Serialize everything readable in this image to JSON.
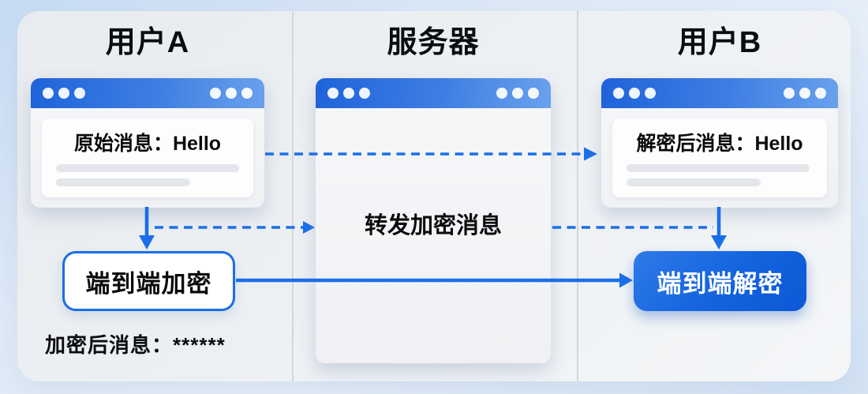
{
  "columns": {
    "user_a": {
      "title": "用户A"
    },
    "server": {
      "title": "服务器"
    },
    "user_b": {
      "title": "用户B"
    }
  },
  "window_a": {
    "message": "原始消息：Hello"
  },
  "window_server": {
    "label": "转发加密消息"
  },
  "window_b": {
    "message": "解密后消息：Hello"
  },
  "nodes": {
    "encrypt_label": "端到端加密",
    "decrypt_label": "端到端解密"
  },
  "notes": {
    "encrypted_message": "加密后消息：******"
  },
  "colors": {
    "accent_blue": "#1a6fe8",
    "titlebar_gradient_start": "#1e63da",
    "titlebar_gradient_end": "#69a1ec",
    "decrypt_button_fill": "#1261dd",
    "panel_background": "#edf0f3",
    "outer_background": "#cfe1f4"
  }
}
